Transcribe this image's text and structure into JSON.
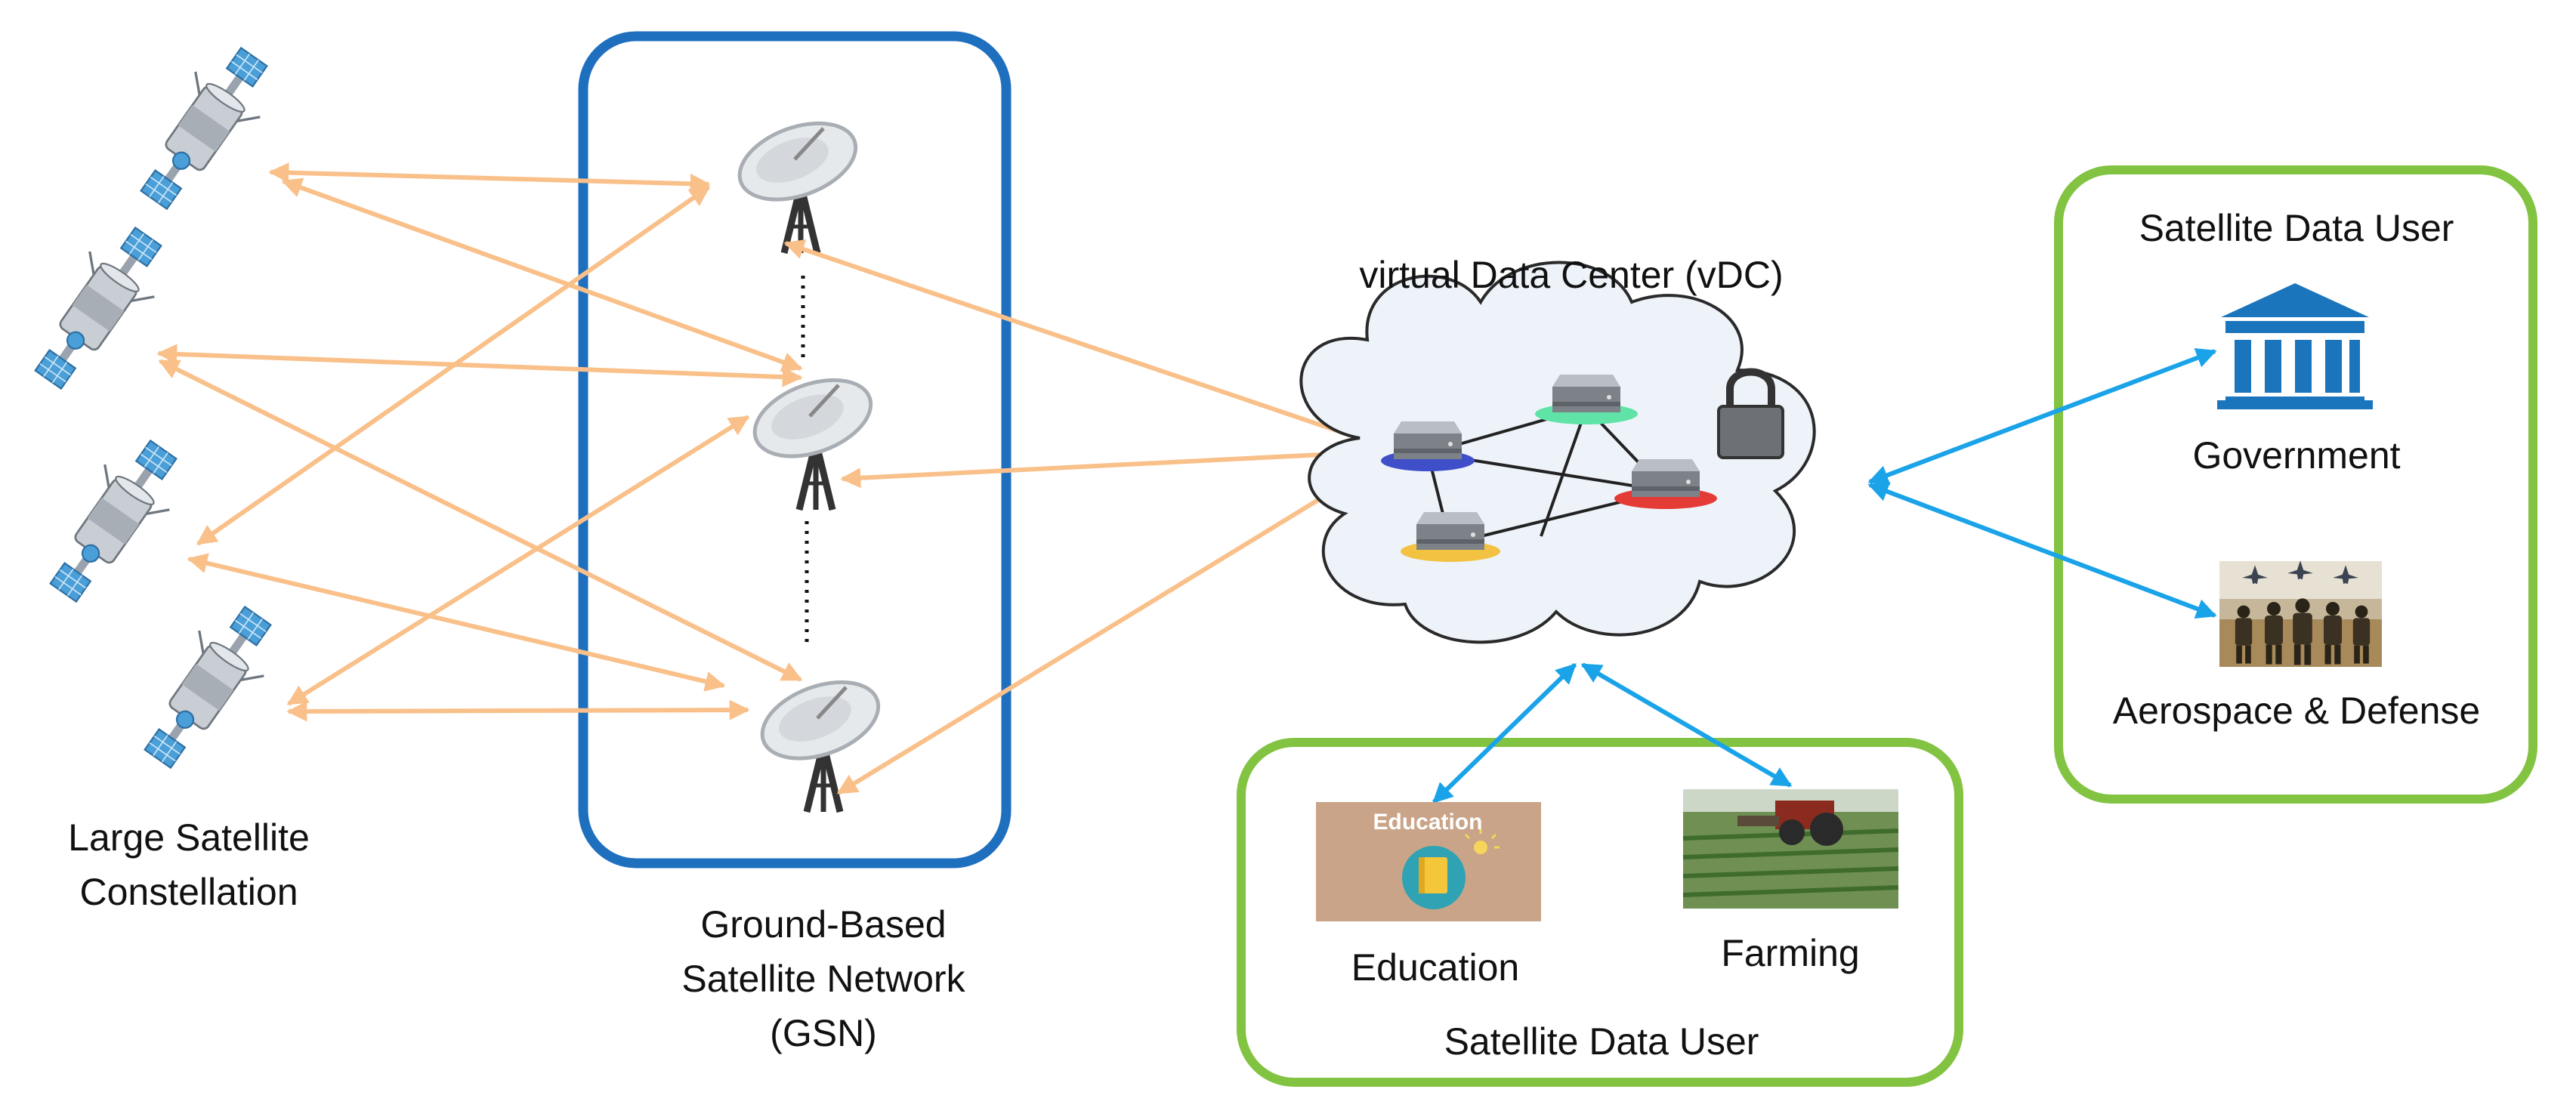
{
  "labels": {
    "satellite_constellation_line1": "Large Satellite",
    "satellite_constellation_line2": "Constellation",
    "gsn_line1": "Ground-Based",
    "gsn_line2": "Satellite Network",
    "gsn_line3": "(GSN)",
    "vdc": "virtual Data Center (vDC)",
    "user_group_right": "Satellite Data User",
    "government": "Government",
    "aerospace": "Aerospace & Defense",
    "education": "Education",
    "farming": "Farming",
    "user_group_bottom": "Satellite Data User",
    "education_image_text": "Education"
  },
  "colors": {
    "gsn_border": "#1f6fbf",
    "user_border": "#82c341",
    "orange_arrow": "#f9c08a",
    "blue_arrow": "#1aa3e8",
    "government_icon": "#1b75bc",
    "satellite_panel": "#4a9fd8",
    "education_bg": "#c9a488"
  },
  "icons": [
    "satellite-icon",
    "dish-antenna-icon",
    "cloud-icon",
    "server-icon",
    "padlock-icon",
    "government-building-icon",
    "defense-photo",
    "education-photo",
    "farming-photo"
  ]
}
